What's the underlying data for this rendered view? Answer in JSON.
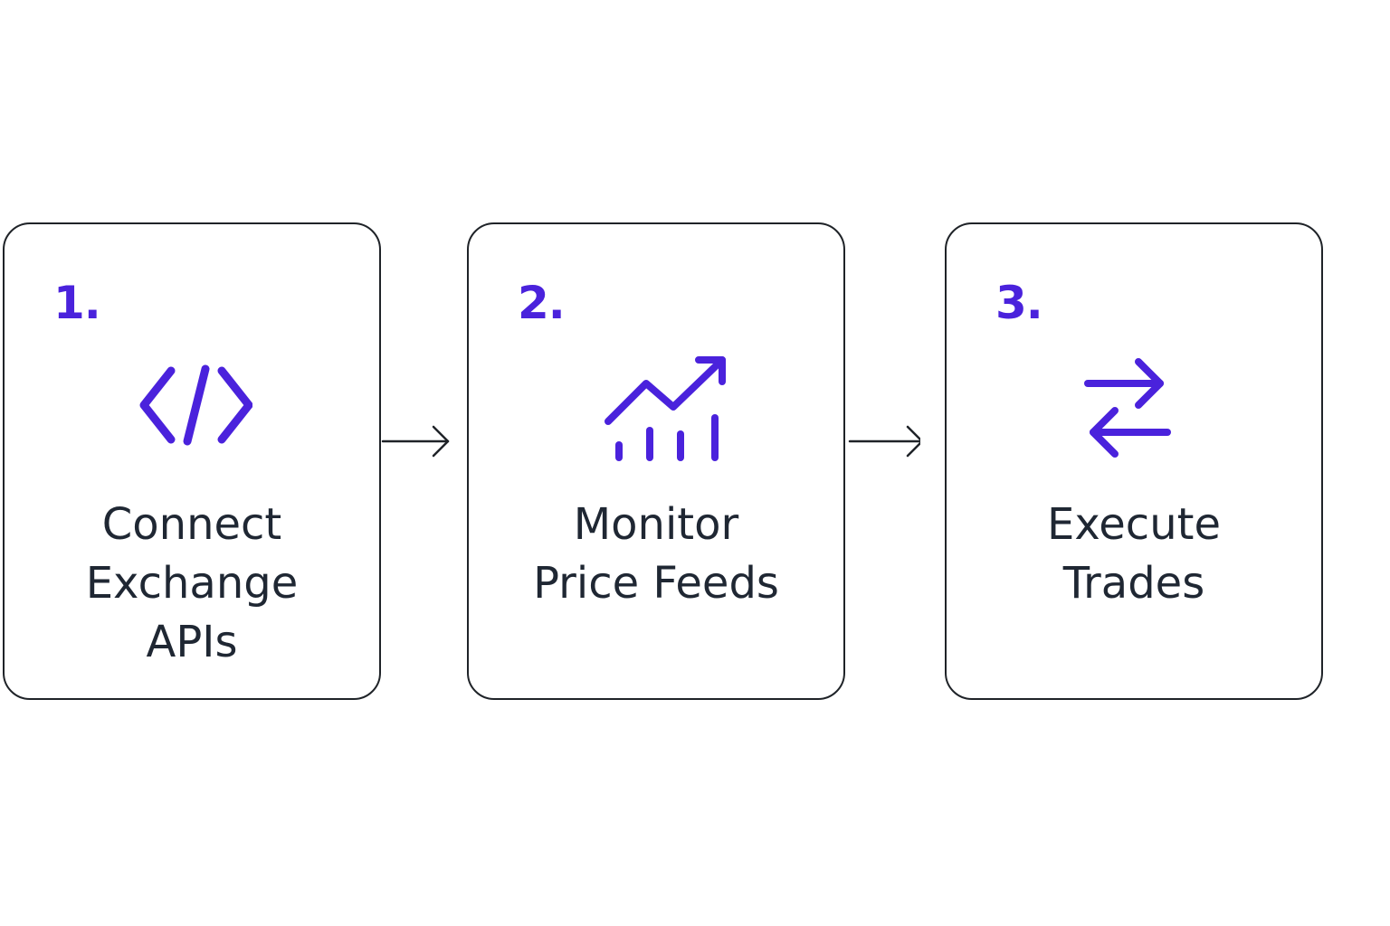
{
  "accent_color": "#4a22dc",
  "line_color": "#1f2328",
  "steps": [
    {
      "number": "1.",
      "icon": "code-icon",
      "title_lines": [
        "Connect",
        "Exchange",
        "APIs"
      ]
    },
    {
      "number": "2.",
      "icon": "trend-chart-icon",
      "title_lines": [
        "Monitor",
        "Price Feeds"
      ]
    },
    {
      "number": "3.",
      "icon": "swap-arrows-icon",
      "title_lines": [
        "Execute",
        "Trades"
      ]
    }
  ]
}
